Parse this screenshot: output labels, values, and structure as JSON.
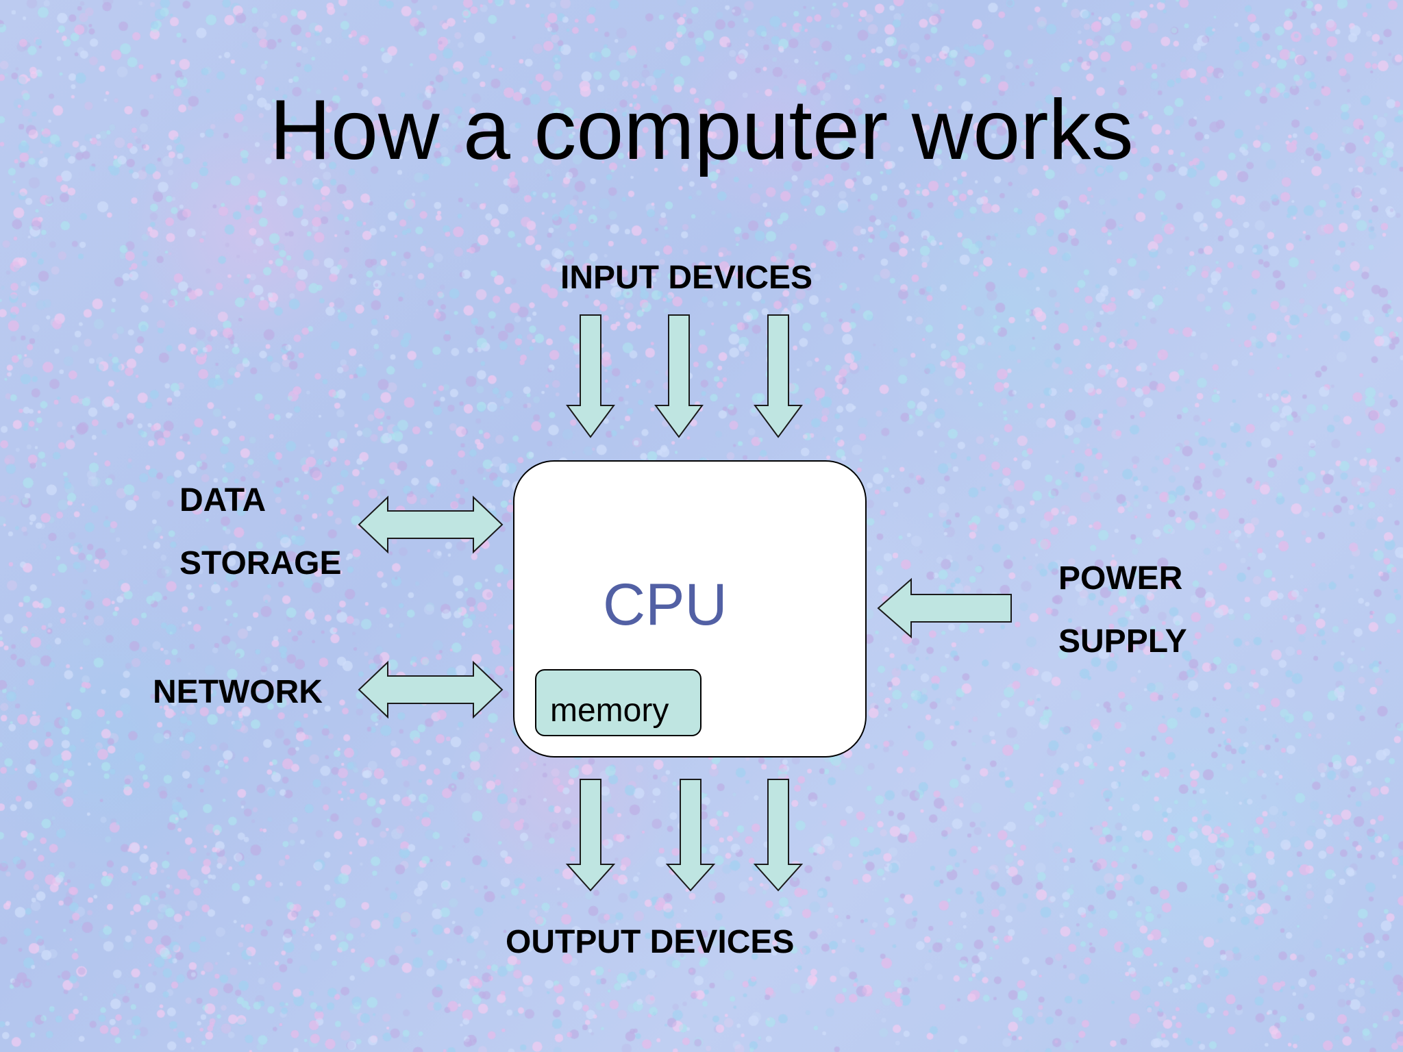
{
  "title": "How a computer works",
  "labels": {
    "input_devices": "INPUT DEVICES",
    "output_devices": "OUTPUT DEVICES",
    "data_line1": "DATA",
    "data_line2": "STORAGE",
    "network": "NETWORK",
    "power_line1": "POWER",
    "power_line2": "SUPPLY",
    "cpu": "CPU",
    "memory": "memory"
  },
  "colors": {
    "background": "#b9c8ee",
    "arrow_fill": "#bfe5e1",
    "cpu_box_fill": "#ffffff",
    "cpu_text": "#5260a4",
    "memory_fill": "#bfe5e1"
  },
  "connections": [
    {
      "from": "INPUT DEVICES",
      "to": "CPU",
      "direction": "down",
      "count": 3
    },
    {
      "from": "CPU",
      "to": "OUTPUT DEVICES",
      "direction": "down",
      "count": 3
    },
    {
      "between": [
        "DATA STORAGE",
        "CPU"
      ],
      "direction": "bidirectional"
    },
    {
      "between": [
        "NETWORK",
        "CPU"
      ],
      "direction": "bidirectional"
    },
    {
      "from": "POWER SUPPLY",
      "to": "CPU",
      "direction": "left"
    }
  ]
}
